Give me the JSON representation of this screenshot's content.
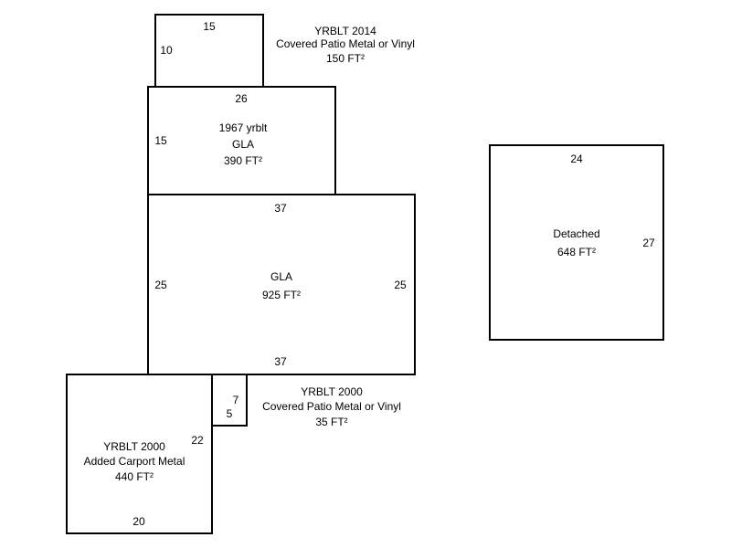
{
  "areas": [
    {
      "id": "patio-2014",
      "lines": [
        "YRBLT 2014",
        "Covered Patio Metal or Vinyl",
        "150 FT²"
      ],
      "dims": [
        "15",
        "10"
      ]
    },
    {
      "id": "gla-1967",
      "lines": [
        "1967 yrblt",
        "GLA",
        "390 FT²"
      ],
      "dims": [
        "26",
        "15"
      ]
    },
    {
      "id": "gla-main",
      "lines": [
        "GLA",
        "925 FT²"
      ],
      "dims": [
        "37",
        "25",
        "25",
        "37"
      ]
    },
    {
      "id": "patio-2000",
      "lines": [
        "YRBLT 2000",
        "Covered Patio Metal or Vinyl",
        "35 FT²"
      ],
      "dims": [
        "7",
        "5"
      ]
    },
    {
      "id": "carport",
      "lines": [
        "YRBLT 2000",
        "Added Carport Metal",
        "440 FT²"
      ],
      "dims": [
        "22",
        "20"
      ]
    },
    {
      "id": "detached",
      "lines": [
        "Detached",
        "648 FT²"
      ],
      "dims": [
        "24",
        "27"
      ]
    }
  ]
}
